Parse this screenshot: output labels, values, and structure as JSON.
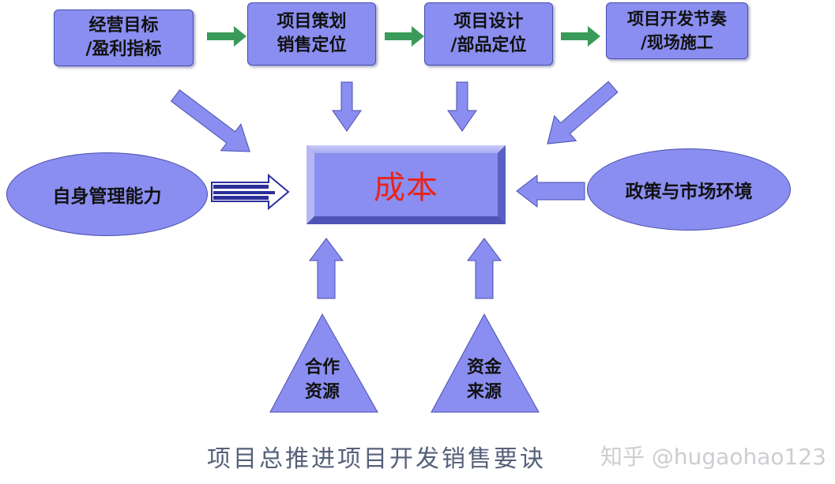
{
  "top_boxes": [
    {
      "label": "经营目标\n/盈利指标"
    },
    {
      "label": "项目策划\n销售定位"
    },
    {
      "label": "项目设计\n/部品定位"
    },
    {
      "label": "项目开发节奏\n/现场施工"
    }
  ],
  "center": {
    "label": "成本",
    "color": "#e8251c"
  },
  "left_ellipse": {
    "label": "自身管理能力"
  },
  "right_ellipse": {
    "label": "政策与市场环境"
  },
  "triangles": [
    {
      "label": "合作\n资源"
    },
    {
      "label": "资金\n来源"
    }
  ],
  "caption": "项目总推进项目开发销售要诀",
  "watermark": "知乎 @hugaohao123",
  "colors": {
    "shape_fill": "#8a8ef0",
    "shape_border": "#4a4fb0",
    "green_arrow": "#3a9a5a",
    "caption": "#55607a"
  }
}
